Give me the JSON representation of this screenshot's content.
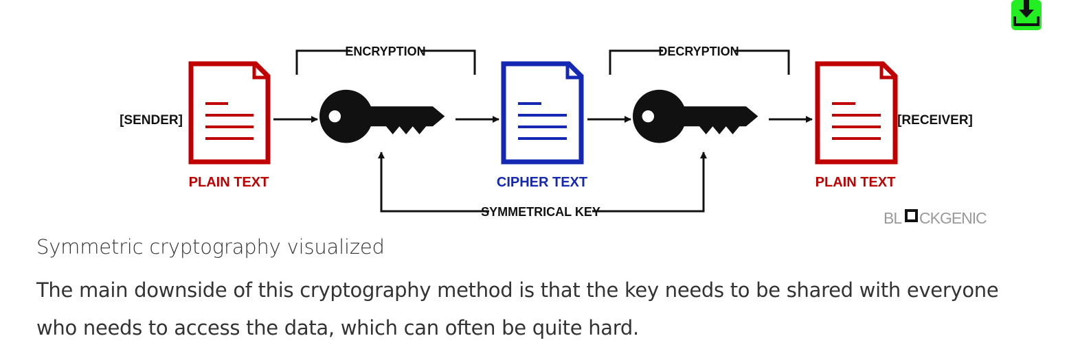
{
  "diagram": {
    "sender_label": "[SENDER]",
    "receiver_label": "[RECEIVER]",
    "plain_text_label_left": "PLAIN TEXT",
    "cipher_text_label": "CIPHER TEXT",
    "plain_text_label_right": "PLAIN TEXT",
    "encryption_label": "ENCRYPTION",
    "decryption_label": "DECRYPTION",
    "symmetrical_key_label": "SYMMETRICAL KEY",
    "watermark_left": "BL",
    "watermark_right": "CKGENIC"
  },
  "colors": {
    "plain_doc": "#c00000",
    "cipher_doc": "#1428b4",
    "ink": "#111111",
    "download_bg": "#22ee22",
    "watermark": "#9a9a9a"
  },
  "icons": {
    "download": "download-icon",
    "document": "document-icon",
    "key": "key-icon"
  },
  "caption": "Symmetric cryptography visualized",
  "body": {
    "line1": "The main downside of this cryptography method is that the key needs to be shared with everyone",
    "line2": "who needs to access the data, which can often be quite hard."
  }
}
